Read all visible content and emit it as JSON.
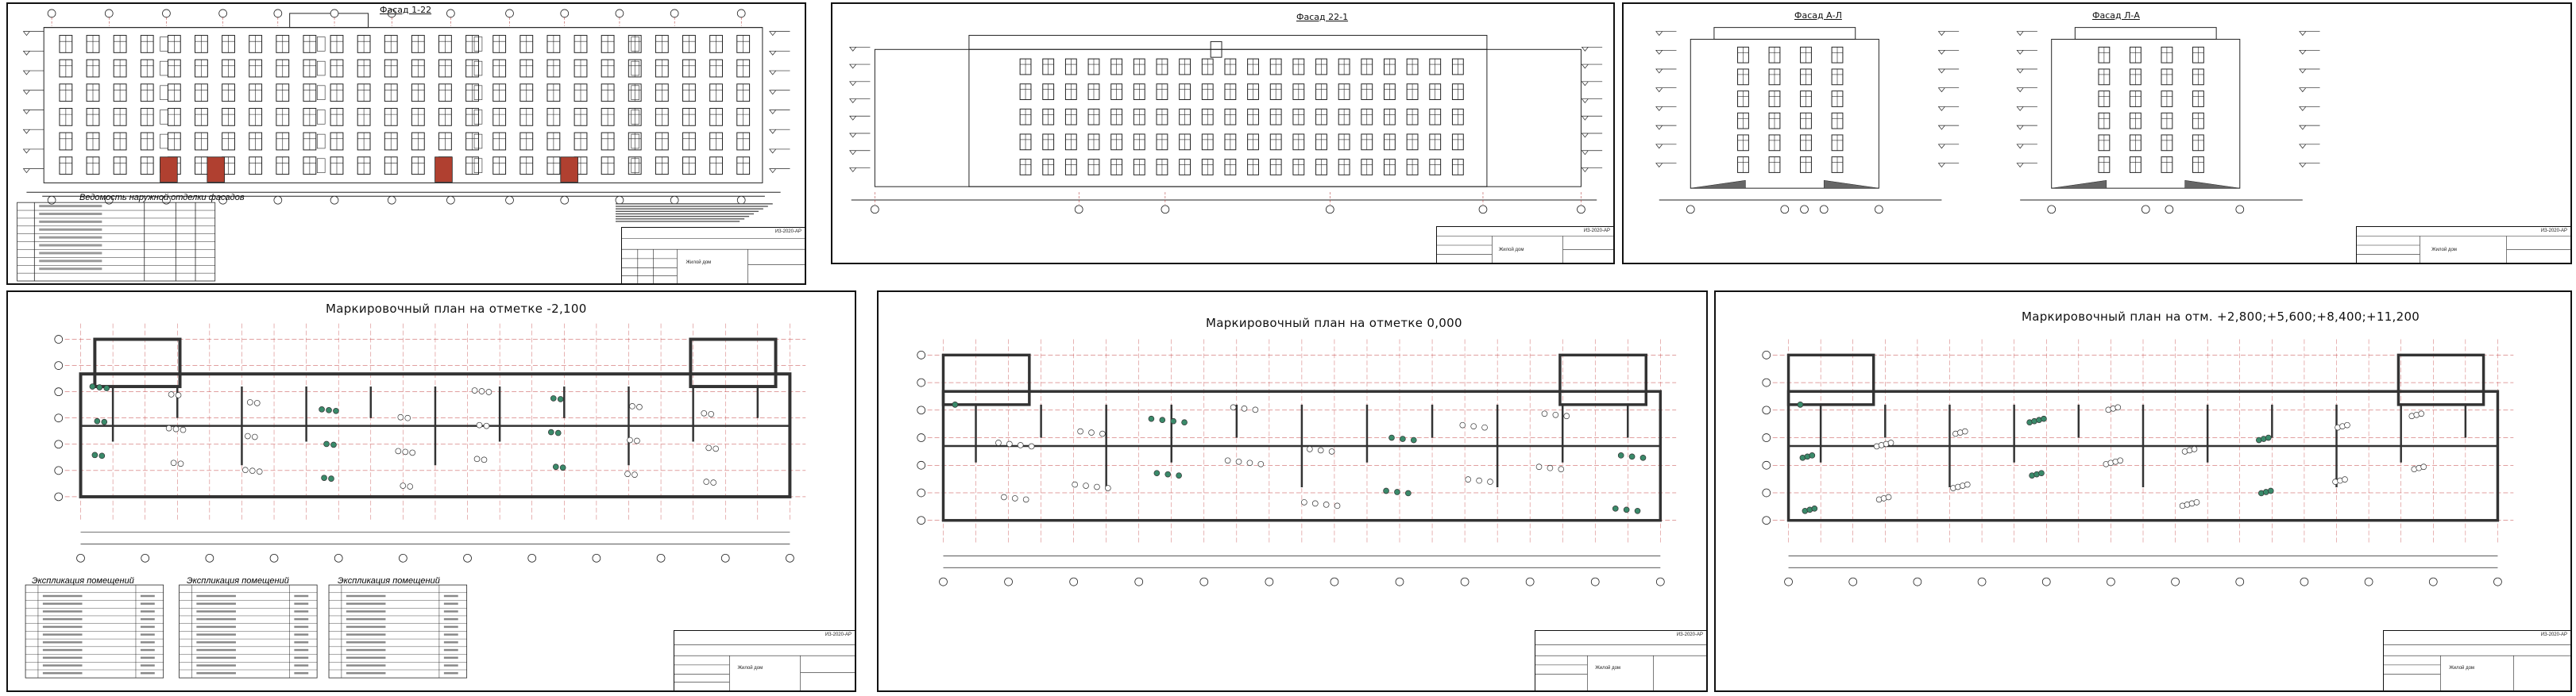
{
  "sheets": {
    "facade_main": {
      "title": "Фасад 1-22"
    },
    "facade_rear": {
      "title": "Фасад 22-1"
    },
    "facade_side_a": {
      "title": "Фасад А-Л"
    },
    "facade_side_b": {
      "title": "Фасад Л-А"
    },
    "plan_basement": {
      "title": "Маркировочный план на отметке -2,100"
    },
    "plan_ground": {
      "title": "Маркировочный план на отметке 0,000"
    },
    "plan_typical": {
      "title": "Маркировочный план на отм. +2,800;+5,600;+8,400;+11,200"
    }
  },
  "finish_legend": {
    "title": "Ведомость наружной отделки фасадов"
  },
  "explication": {
    "title": "Экспликация помещений"
  },
  "stamp": {
    "code": "ИЗ-2020-АР",
    "label": "Жилой дом"
  }
}
